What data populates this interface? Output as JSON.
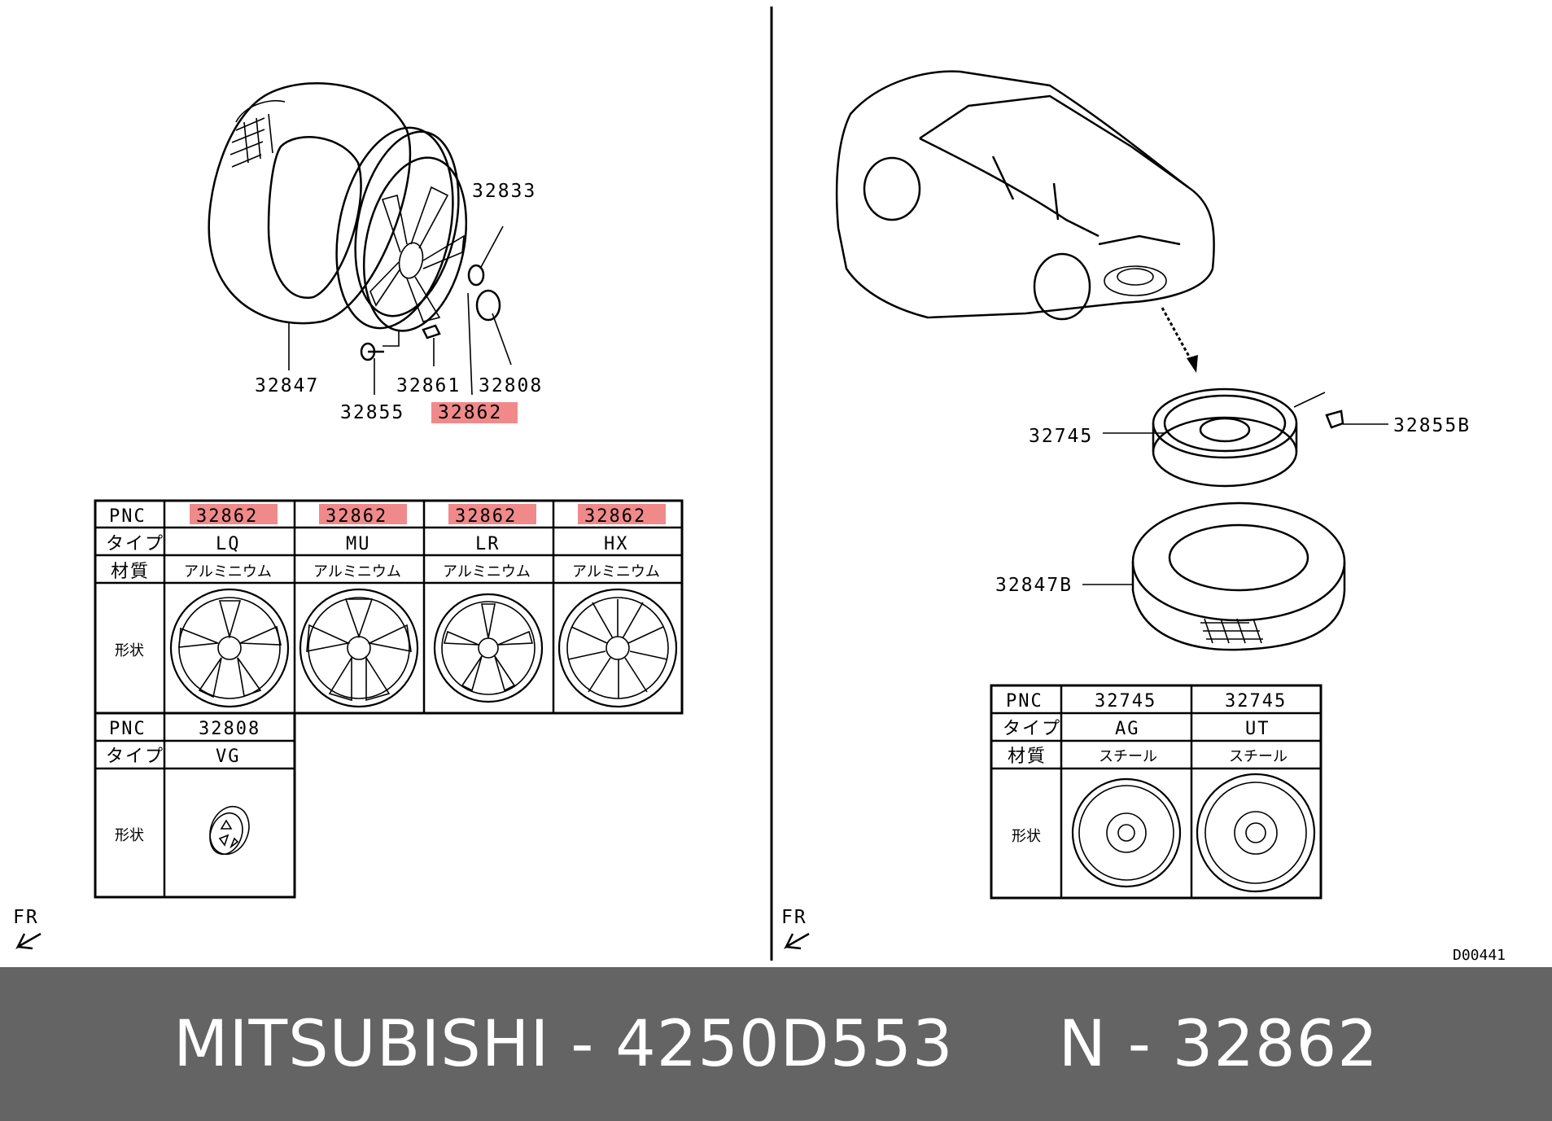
{
  "left_callouts": [
    "32833",
    "32847",
    "32861",
    "32808",
    "32855",
    "32862"
  ],
  "right_callouts": [
    "32745",
    "32855B",
    "32847B"
  ],
  "fr_left": "FR",
  "fr_right": "FR",
  "drawing_code": "D00441",
  "left_table": {
    "row_labels": [
      "PNC",
      "タイプ",
      "材質",
      "形状"
    ],
    "columns": [
      {
        "pnc": "32862",
        "type": "LQ",
        "material": "アルミニウム"
      },
      {
        "pnc": "32862",
        "type": "MU",
        "material": "アルミニウム"
      },
      {
        "pnc": "32862",
        "type": "LR",
        "material": "アルミニウム"
      },
      {
        "pnc": "32862",
        "type": "HX",
        "material": "アルミニウム"
      }
    ],
    "second_block": {
      "row_labels": [
        "PNC",
        "タイプ",
        "形状"
      ],
      "pnc": "32808",
      "type": "VG"
    }
  },
  "right_table": {
    "row_labels": [
      "PNC",
      "タイプ",
      "材質",
      "形状"
    ],
    "columns": [
      {
        "pnc": "32745",
        "type": "AG",
        "material": "スチール"
      },
      {
        "pnc": "32745",
        "type": "UT",
        "material": "スチール"
      }
    ]
  },
  "footer": {
    "brand": "MITSUBISHI",
    "separator": "-",
    "doc": "4250D553",
    "n_label": "N",
    "part": "32862"
  },
  "highlight_color": "#f08a8a"
}
